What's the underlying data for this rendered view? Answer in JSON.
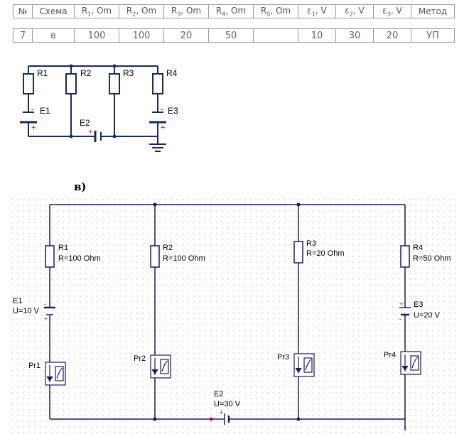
{
  "table": {
    "headers": [
      {
        "main": "№",
        "sub": ""
      },
      {
        "main": "Схема",
        "sub": ""
      },
      {
        "main": "R",
        "sub": "1",
        "unit": ", Om"
      },
      {
        "main": "R",
        "sub": "2",
        "unit": ", Om"
      },
      {
        "main": "R",
        "sub": "3",
        "unit": ", Om"
      },
      {
        "main": "R",
        "sub": "4",
        "unit": ", Om"
      },
      {
        "main": "R",
        "sub": "5",
        "unit": ", Om"
      },
      {
        "main": "ε",
        "sub": "1",
        "unit": ", V"
      },
      {
        "main": "ε",
        "sub": "2",
        "unit": ", V"
      },
      {
        "main": "ε",
        "sub": "3",
        "unit": ", V"
      },
      {
        "main": "Метод",
        "sub": ""
      }
    ],
    "row": [
      "7",
      "в",
      "100",
      "100",
      "20",
      "50",
      "",
      "10",
      "30",
      "20",
      "УП"
    ]
  },
  "schematic": {
    "labels": {
      "r1": "R1",
      "r2": "R2",
      "r3": "R3",
      "r4": "R4",
      "e1": "E1",
      "e2": "E2",
      "e3": "E3"
    },
    "signs": {
      "plus": "+",
      "minus": "-"
    }
  },
  "variant_label": "в)",
  "sim": {
    "r1": {
      "name": "R1",
      "value": "R=100 Ohm"
    },
    "r2": {
      "name": "R2",
      "value": "R=100 Ohm"
    },
    "r3": {
      "name": "R3",
      "value": "R=20 Ohm"
    },
    "r4": {
      "name": "R4",
      "value": "R=50 Ohm"
    },
    "e1": {
      "name": "E1",
      "value": "U=10 V"
    },
    "e2": {
      "name": "E2",
      "value": "U=30 V"
    },
    "e3": {
      "name": "E3",
      "value": "U=20 V"
    },
    "pr1": "Pr1",
    "pr2": "Pr2",
    "pr3": "Pr3",
    "pr4": "Pr4"
  }
}
